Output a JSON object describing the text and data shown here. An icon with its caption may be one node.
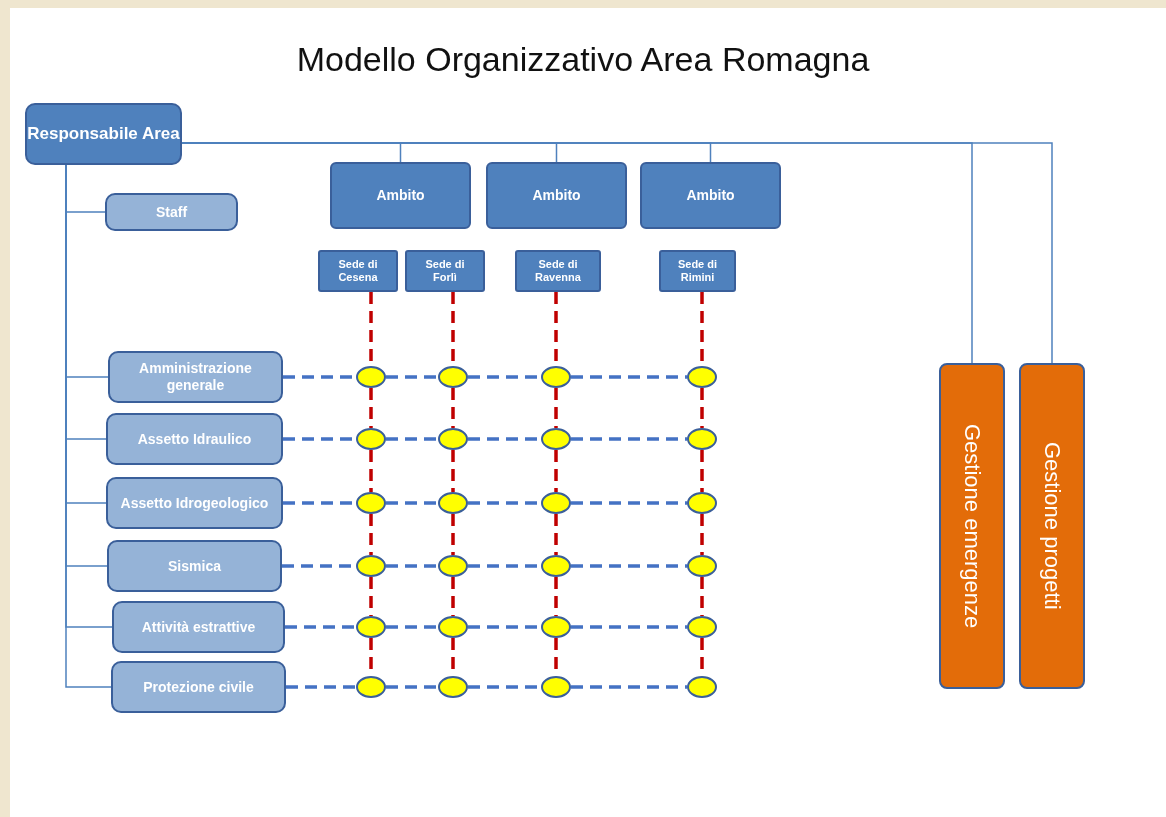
{
  "diagram": {
    "title": "Modello Organizzativo Area Romagna",
    "nodes": [
      {
        "text": [
          "Responsabile Area"
        ]
      },
      {
        "text": [
          "Staff"
        ]
      },
      {
        "text": [
          "Ambito"
        ]
      },
      {
        "text": [
          "Ambito"
        ]
      },
      {
        "text": [
          "Ambito"
        ]
      },
      {
        "text": [
          "Sede di Cesena"
        ]
      },
      {
        "text": [
          "Sede di Forlì"
        ]
      },
      {
        "text": [
          "Sede di Ravenna"
        ]
      },
      {
        "text": [
          "Sede di Rimini"
        ]
      },
      {
        "text": [
          "Amministrazione generale"
        ]
      },
      {
        "text": [
          "Assetto Idraulico"
        ]
      },
      {
        "text": [
          "Assetto Idrogeologico"
        ]
      },
      {
        "text": [
          "Sismica"
        ]
      },
      {
        "text": [
          "Attività estrattive"
        ]
      },
      {
        "text": [
          "Protezione civile"
        ]
      },
      {
        "text": [
          "Gestione emergenze"
        ]
      },
      {
        "text": [
          "Gestione progetti"
        ]
      },
      {
        "text": [],
        "shape": "circle"
      },
      {
        "text": [],
        "shape": "circle"
      },
      {
        "text": [],
        "shape": "circle"
      },
      {
        "text": [],
        "shape": "circle"
      },
      {
        "text": [],
        "shape": "circle"
      },
      {
        "text": [],
        "shape": "circle"
      },
      {
        "text": [],
        "shape": "circle"
      },
      {
        "text": [],
        "shape": "circle"
      },
      {
        "text": [],
        "shape": "circle"
      },
      {
        "text": [],
        "shape": "circle"
      },
      {
        "text": [],
        "shape": "circle"
      },
      {
        "text": [],
        "shape": "circle"
      },
      {
        "text": [],
        "shape": "circle"
      },
      {
        "text": [],
        "shape": "circle"
      },
      {
        "text": [],
        "shape": "circle"
      },
      {
        "text": [],
        "shape": "circle"
      },
      {
        "text": [],
        "shape": "circle"
      },
      {
        "text": [],
        "shape": "circle"
      },
      {
        "text": [],
        "shape": "circle"
      },
      {
        "text": [],
        "shape": "circle"
      },
      {
        "text": [],
        "shape": "circle"
      },
      {
        "text": [],
        "shape": "circle"
      },
      {
        "text": [],
        "shape": "circle"
      },
      {
        "text": [],
        "shape": "circle"
      }
    ],
    "edges": [
      {
        "from": 0,
        "to": 1,
        "arrow": "none"
      },
      {
        "from": 0,
        "to": 9,
        "arrow": "none"
      },
      {
        "from": 0,
        "to": 10,
        "arrow": "none"
      },
      {
        "from": 0,
        "to": 11,
        "arrow": "none"
      },
      {
        "from": 0,
        "to": 12,
        "arrow": "none"
      },
      {
        "from": 0,
        "to": 13,
        "arrow": "none"
      },
      {
        "from": 0,
        "to": 14,
        "arrow": "none"
      },
      {
        "from": 0,
        "to": 2,
        "arrow": "none"
      },
      {
        "from": 0,
        "to": 3,
        "arrow": "none"
      },
      {
        "from": 0,
        "to": 4,
        "arrow": "none"
      },
      {
        "from": 0,
        "to": 15,
        "arrow": "none"
      },
      {
        "from": 0,
        "to": 16,
        "arrow": "none"
      },
      {
        "from": 9,
        "to": 17,
        "arrow": "none",
        "style": "dashed",
        "color": "#4472c4"
      },
      {
        "from": 17,
        "to": 18,
        "arrow": "none",
        "style": "dashed",
        "color": "#4472c4"
      },
      {
        "from": 18,
        "to": 19,
        "arrow": "none",
        "style": "dashed",
        "color": "#4472c4"
      },
      {
        "from": 19,
        "to": 20,
        "arrow": "none",
        "style": "dashed",
        "color": "#4472c4"
      },
      {
        "from": 10,
        "to": 21,
        "arrow": "none",
        "style": "dashed",
        "color": "#4472c4"
      },
      {
        "from": 21,
        "to": 22,
        "arrow": "none",
        "style": "dashed",
        "color": "#4472c4"
      },
      {
        "from": 22,
        "to": 23,
        "arrow": "none",
        "style": "dashed",
        "color": "#4472c4"
      },
      {
        "from": 23,
        "to": 24,
        "arrow": "none",
        "style": "dashed",
        "color": "#4472c4"
      },
      {
        "from": 11,
        "to": 25,
        "arrow": "none",
        "style": "dashed",
        "color": "#4472c4"
      },
      {
        "from": 25,
        "to": 26,
        "arrow": "none",
        "style": "dashed",
        "color": "#4472c4"
      },
      {
        "from": 26,
        "to": 27,
        "arrow": "none",
        "style": "dashed",
        "color": "#4472c4"
      },
      {
        "from": 27,
        "to": 28,
        "arrow": "none",
        "style": "dashed",
        "color": "#4472c4"
      },
      {
        "from": 12,
        "to": 29,
        "arrow": "none",
        "style": "dashed",
        "color": "#4472c4"
      },
      {
        "from": 29,
        "to": 30,
        "arrow": "none",
        "style": "dashed",
        "color": "#4472c4"
      },
      {
        "from": 30,
        "to": 31,
        "arrow": "none",
        "style": "dashed",
        "color": "#4472c4"
      },
      {
        "from": 31,
        "to": 32,
        "arrow": "none",
        "style": "dashed",
        "color": "#4472c4"
      },
      {
        "from": 13,
        "to": 33,
        "arrow": "none",
        "style": "dashed",
        "color": "#4472c4"
      },
      {
        "from": 33,
        "to": 34,
        "arrow": "none",
        "style": "dashed",
        "color": "#4472c4"
      },
      {
        "from": 34,
        "to": 35,
        "arrow": "none",
        "style": "dashed",
        "color": "#4472c4"
      },
      {
        "from": 35,
        "to": 36,
        "arrow": "none",
        "style": "dashed",
        "color": "#4472c4"
      },
      {
        "from": 14,
        "to": 37,
        "arrow": "none",
        "style": "dashed",
        "color": "#4472c4"
      },
      {
        "from": 37,
        "to": 38,
        "arrow": "none",
        "style": "dashed",
        "color": "#4472c4"
      },
      {
        "from": 38,
        "to": 39,
        "arrow": "none",
        "style": "dashed",
        "color": "#4472c4"
      },
      {
        "from": 39,
        "to": 40,
        "arrow": "none",
        "style": "dashed",
        "color": "#4472c4"
      },
      {
        "from": 5,
        "to": 17,
        "arrow": "none",
        "style": "dashed",
        "color": "#c00000"
      },
      {
        "from": 17,
        "to": 21,
        "arrow": "none",
        "style": "dashed",
        "color": "#c00000"
      },
      {
        "from": 21,
        "to": 25,
        "arrow": "none",
        "style": "dashed",
        "color": "#c00000"
      },
      {
        "from": 25,
        "to": 29,
        "arrow": "none",
        "style": "dashed",
        "color": "#c00000"
      },
      {
        "from": 29,
        "to": 33,
        "arrow": "none",
        "style": "dashed",
        "color": "#c00000"
      },
      {
        "from": 33,
        "to": 37,
        "arrow": "none",
        "style": "dashed",
        "color": "#c00000"
      },
      {
        "from": 6,
        "to": 18,
        "arrow": "none",
        "style": "dashed",
        "color": "#c00000"
      },
      {
        "from": 18,
        "to": 22,
        "arrow": "none",
        "style": "dashed",
        "color": "#c00000"
      },
      {
        "from": 22,
        "to": 26,
        "arrow": "none",
        "style": "dashed",
        "color": "#c00000"
      },
      {
        "from": 26,
        "to": 30,
        "arrow": "none",
        "style": "dashed",
        "color": "#c00000"
      },
      {
        "from": 30,
        "to": 34,
        "arrow": "none",
        "style": "dashed",
        "color": "#c00000"
      },
      {
        "from": 34,
        "to": 38,
        "arrow": "none",
        "style": "dashed",
        "color": "#c00000"
      },
      {
        "from": 7,
        "to": 19,
        "arrow": "none",
        "style": "dashed",
        "color": "#c00000"
      },
      {
        "from": 19,
        "to": 23,
        "arrow": "none",
        "style": "dashed",
        "color": "#c00000"
      },
      {
        "from": 23,
        "to": 27,
        "arrow": "none",
        "style": "dashed",
        "color": "#c00000"
      },
      {
        "from": 27,
        "to": 31,
        "arrow": "none",
        "style": "dashed",
        "color": "#c00000"
      },
      {
        "from": 31,
        "to": 35,
        "arrow": "none",
        "style": "dashed",
        "color": "#c00000"
      },
      {
        "from": 35,
        "to": 39,
        "arrow": "none",
        "style": "dashed",
        "color": "#c00000"
      },
      {
        "from": 8,
        "to": 20,
        "arrow": "none",
        "style": "dashed",
        "color": "#c00000"
      },
      {
        "from": 20,
        "to": 24,
        "arrow": "none",
        "style": "dashed",
        "color": "#c00000"
      },
      {
        "from": 24,
        "to": 28,
        "arrow": "none",
        "style": "dashed",
        "color": "#c00000"
      },
      {
        "from": 28,
        "to": 32,
        "arrow": "none",
        "style": "dashed",
        "color": "#c00000"
      },
      {
        "from": 32,
        "to": 36,
        "arrow": "none",
        "style": "dashed",
        "color": "#c00000"
      },
      {
        "from": 36,
        "to": 40,
        "arrow": "none",
        "style": "dashed",
        "color": "#c00000"
      }
    ]
  }
}
